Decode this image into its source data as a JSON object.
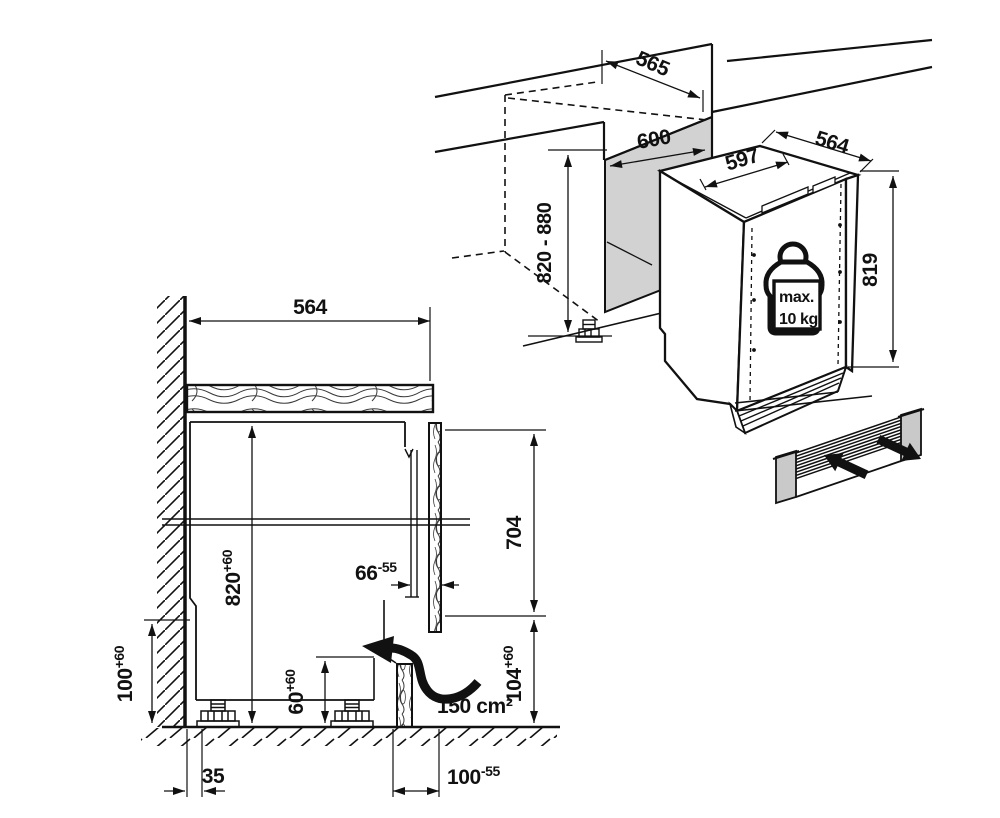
{
  "colors": {
    "line": "#111111",
    "niche_panel": "#d2d2d2",
    "grille_cap": "#c9c9c9"
  },
  "iso": {
    "niche_depth": "565",
    "niche_width": "600",
    "niche_height_range": "820 - 880",
    "appliance_top_width": "597",
    "appliance_depth": "564",
    "appliance_height": "819",
    "door_load_line1": "max.",
    "door_load_line2": "10 kg"
  },
  "section": {
    "worktop_width": "564",
    "niche_height": {
      "v": "820",
      "tol": "+60"
    },
    "furniture_door_height": "704",
    "door_offset": {
      "v": "66",
      "tol": "-55"
    },
    "rear_recess_height": {
      "v": "100",
      "tol": "+60"
    },
    "bottom_clearance": {
      "v": "60",
      "tol": "+60"
    },
    "plinth_height": {
      "v": "104",
      "tol": "+60"
    },
    "wall_gap": "35",
    "plinth_recess_depth": {
      "v": "100",
      "tol": "-55"
    },
    "vent_area": "150 cm²"
  }
}
